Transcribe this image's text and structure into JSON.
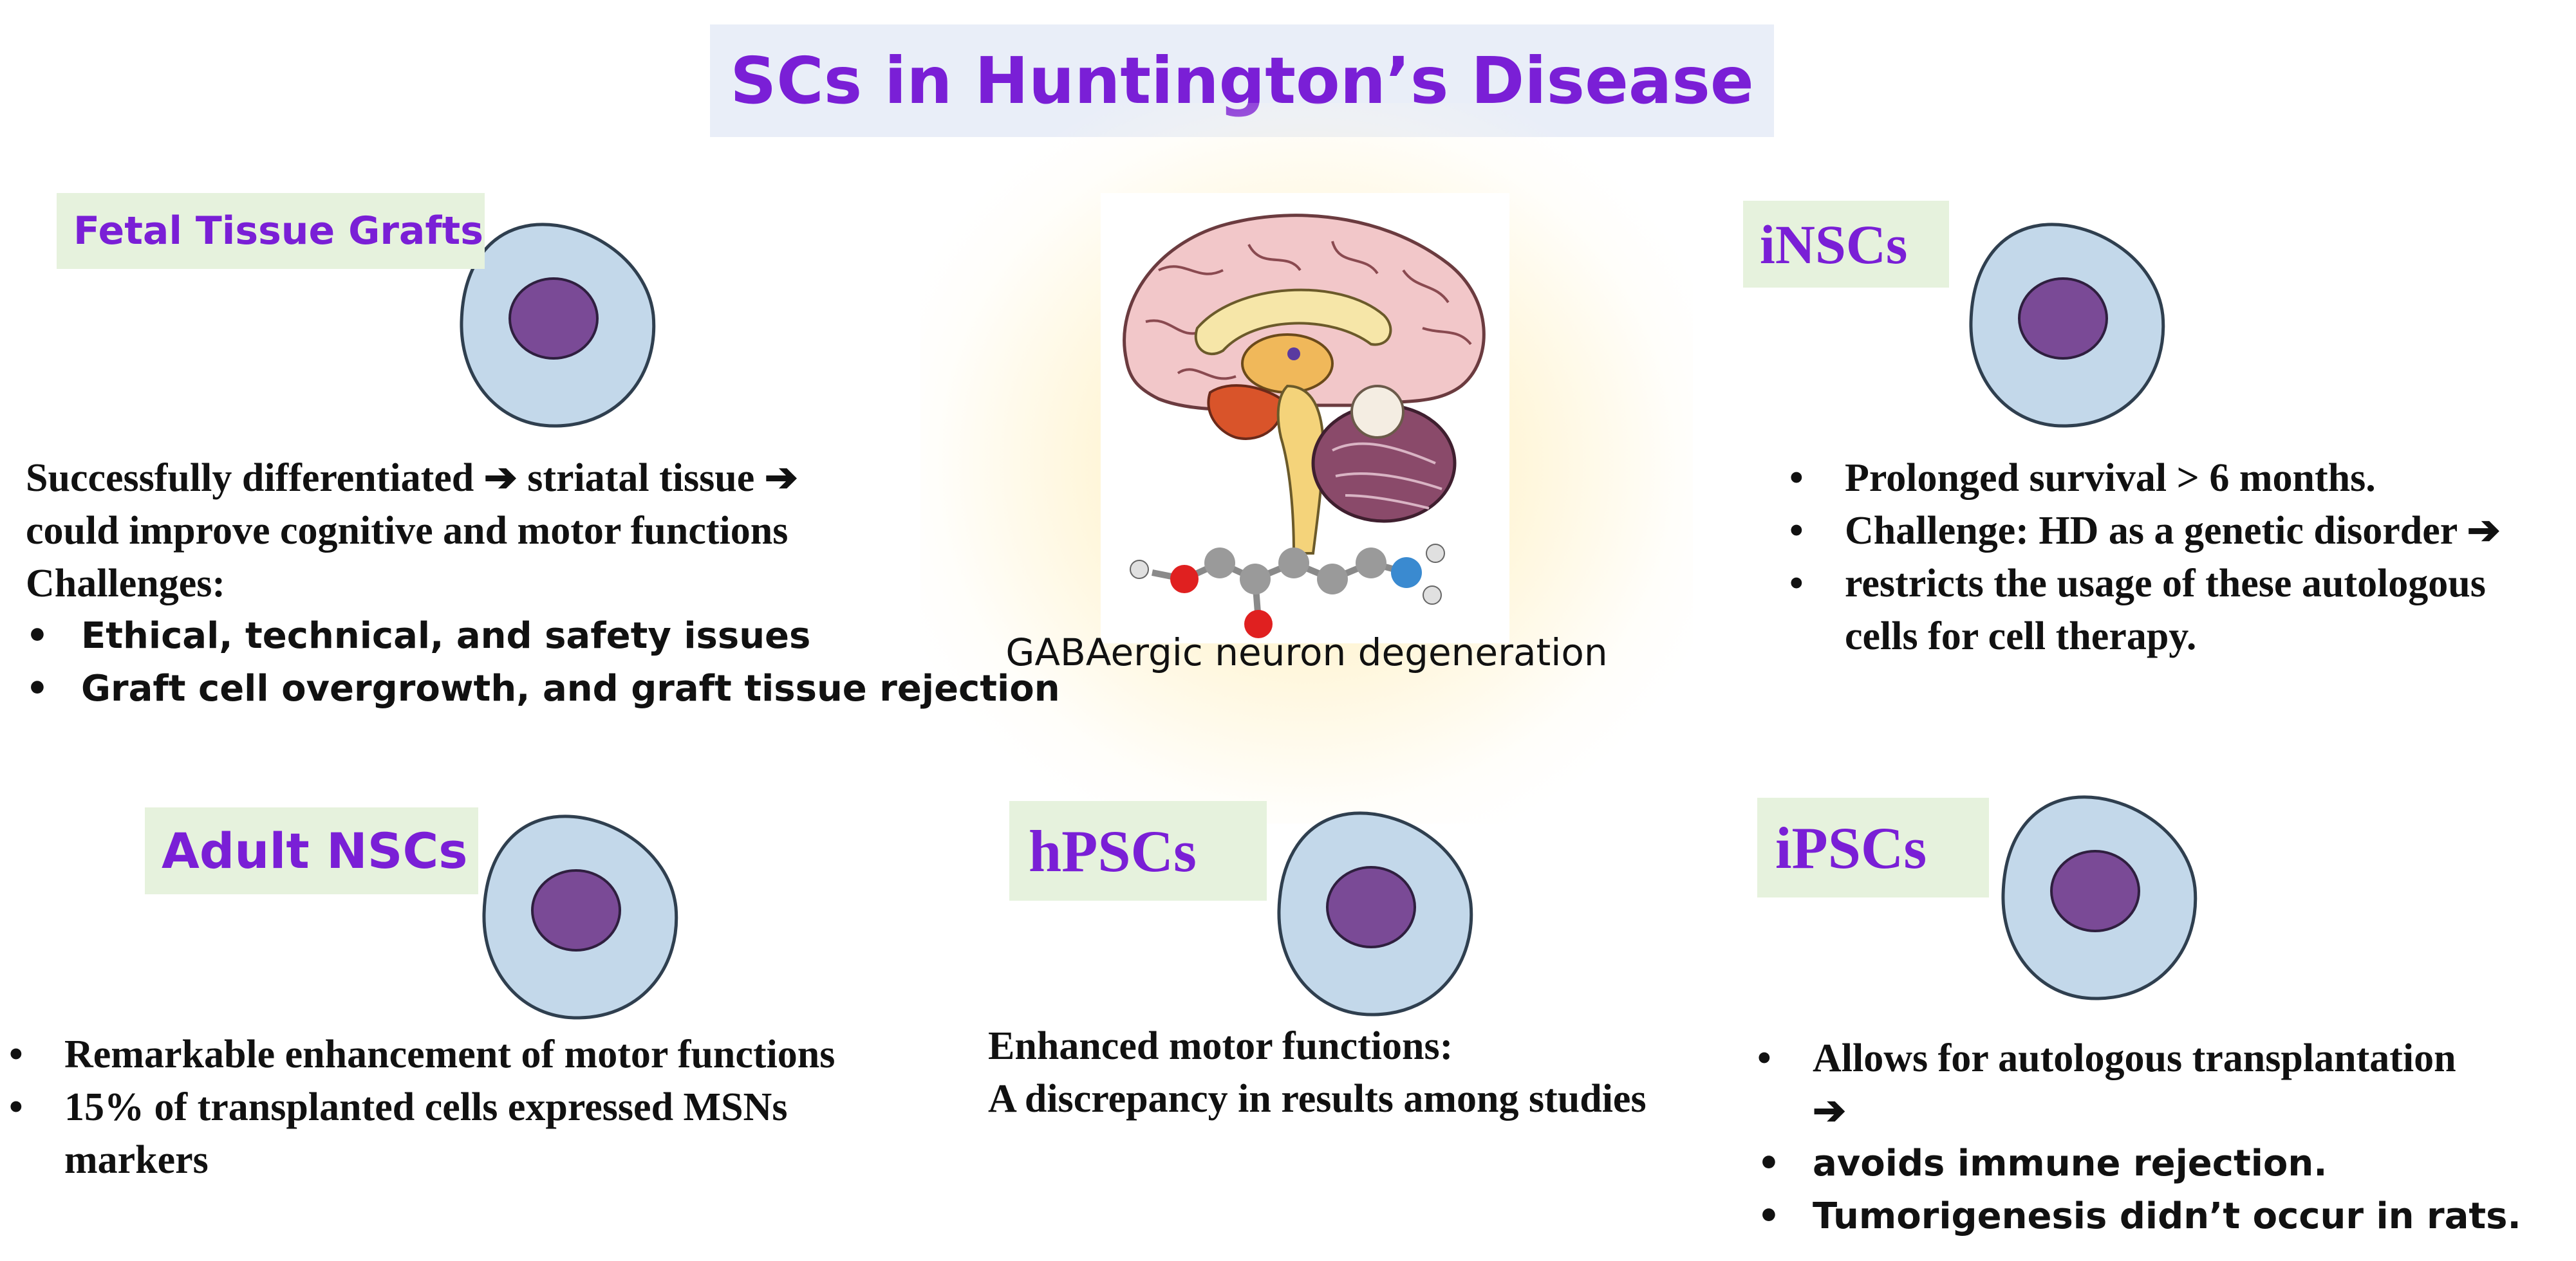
{
  "title": "SCs in Huntington’s Disease",
  "center": {
    "caption": "GABAergic neuron degeneration"
  },
  "sections": {
    "fetal": {
      "label": "Fetal Tissue Grafts",
      "line1": "Successfully differentiated ➔ striatal tissue ➔",
      "line2": "could improve cognitive and motor functions",
      "line3": "Challenges:",
      "bullets": [
        "Ethical, technical, and safety issues",
        "Graft cell overgrowth, and graft tissue rejection"
      ]
    },
    "insc": {
      "label": "iNSCs",
      "bullets": [
        "Prolonged survival > 6 months.",
        "Challenge: HD as a genetic disorder ➔",
        "restricts the usage of these autologous"
      ],
      "continuation": "cells for cell therapy."
    },
    "adult": {
      "label": "Adult NSCs",
      "bullets": [
        "Remarkable enhancement of motor functions",
        "15% of transplanted cells expressed MSNs"
      ],
      "continuation": "markers"
    },
    "hpsc": {
      "label": "hPSCs",
      "line1": "Enhanced motor functions:",
      "line2": "A discrepancy in results among studies"
    },
    "ipsc": {
      "label": "iPSCs",
      "bullets": [
        "Allows for autologous transplantation",
        "avoids immune rejection.",
        "Tumorigenesis didn’t occur in rats."
      ],
      "arrow": "➔"
    },
    "bullet_char": "•"
  },
  "colors": {
    "title": "#7a1fd6",
    "title_bg": "#e9eef8",
    "label_bg": "#e6f2dd",
    "cell_fill": "#c3d8ea",
    "nucleus": "#7a4a96"
  }
}
